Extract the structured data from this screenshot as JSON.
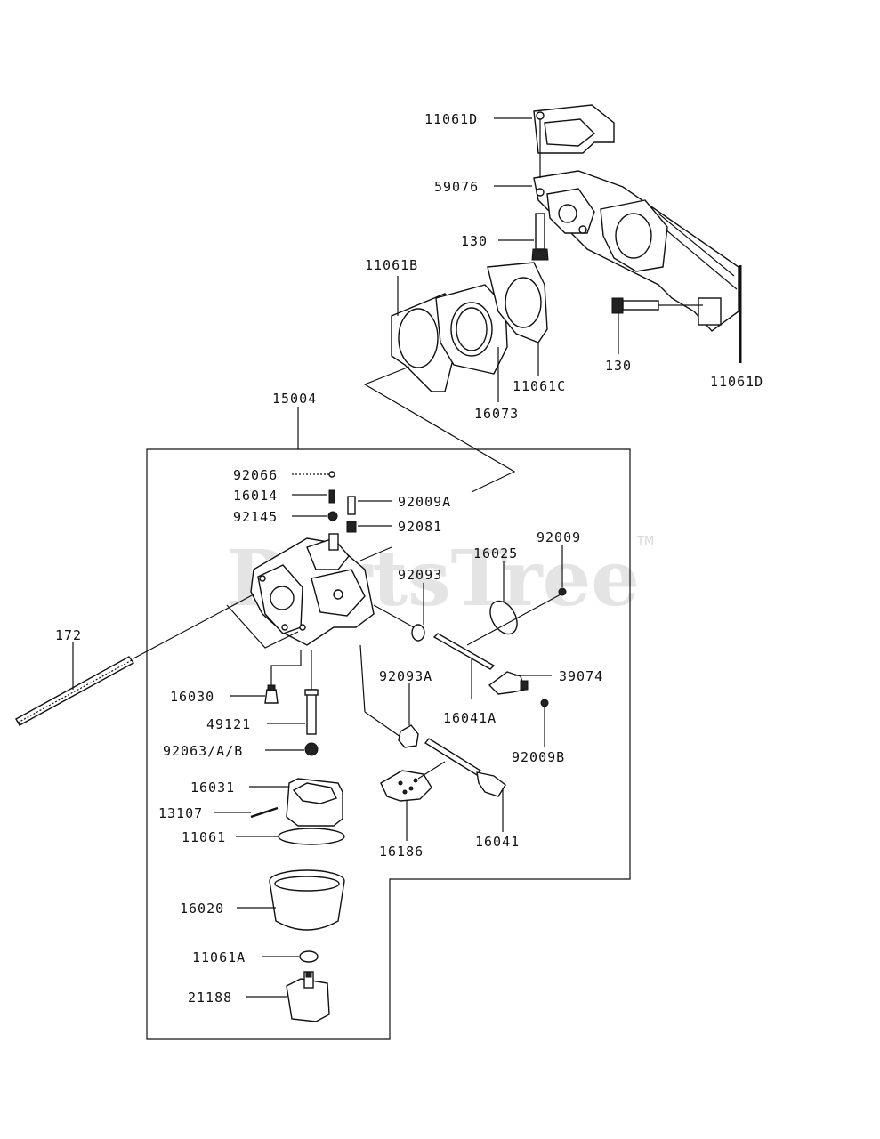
{
  "watermark": {
    "text": "PartsTree",
    "tm": "TM"
  },
  "labels": {
    "l11061D_top": "11061D",
    "l59076": "59076",
    "l130_top": "130",
    "l11061B": "11061B",
    "l130_bot": "130",
    "l11061D_right": "11061D",
    "l11061C": "11061C",
    "l16073": "16073",
    "l15004": "15004",
    "l92066": "92066",
    "l16014": "16014",
    "l92009A": "92009A",
    "l92145": "92145",
    "l92081": "92081",
    "l92009": "92009",
    "l16025": "16025",
    "l92093": "92093",
    "l172": "172",
    "l39074": "39074",
    "l16030": "16030",
    "l92093A": "92093A",
    "l16041A": "16041A",
    "l49121": "49121",
    "l92063AB": "92063/A/B",
    "l92009B": "92009B",
    "l16031": "16031",
    "l13107": "13107",
    "l11061": "11061",
    "l16186": "16186",
    "l16041": "16041",
    "l16020": "16020",
    "l11061A": "11061A",
    "l21188": "21188"
  }
}
